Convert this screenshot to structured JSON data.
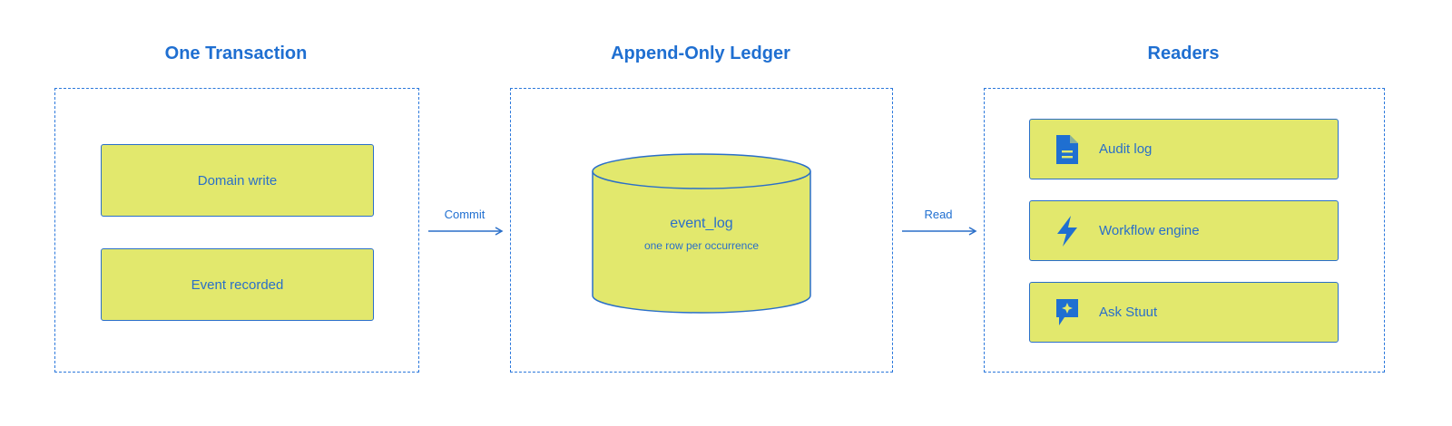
{
  "columns": {
    "transaction": {
      "title": "One Transaction",
      "items": [
        "Domain write",
        "Event recorded"
      ]
    },
    "ledger": {
      "title": "Append-Only Ledger",
      "store_name": "event_log",
      "store_caption": "one row per occurrence"
    },
    "readers": {
      "title": "Readers",
      "items": [
        {
          "label": "Audit log",
          "icon": "document-icon"
        },
        {
          "label": "Workflow engine",
          "icon": "lightning-icon"
        },
        {
          "label": "Ask Stuut",
          "icon": "chat-sparkle-icon"
        }
      ]
    }
  },
  "arrows": {
    "commit": "Commit",
    "read": "Read"
  },
  "colors": {
    "accent": "#1f6fd1",
    "box_fill": "#e2e86d",
    "box_stroke": "#2a6fc9"
  }
}
